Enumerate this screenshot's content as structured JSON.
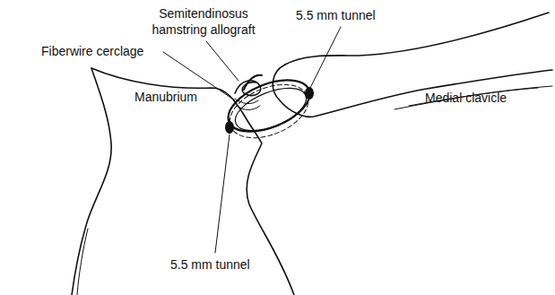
{
  "diagram": {
    "labels": [
      "Semitendinosus hamstring allograft",
      "5.5 mm tunnel",
      "Fiberwire cerclage",
      "Medial clavicle",
      "Manubrium",
      "5.5 mm tunnel"
    ]
  }
}
